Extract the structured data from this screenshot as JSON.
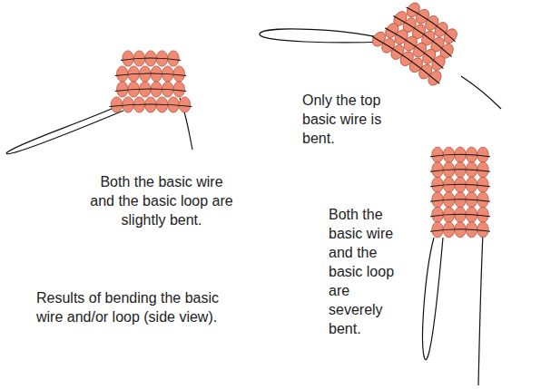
{
  "diagram": {
    "caption": "Results of bending the basic wire and/or loop (side view).",
    "labels": [
      "Both the basic wire and the basic loop are slightly bent.",
      "Only the top basic wire is bent.",
      "Both the basic wire and the basic loop are severely bent."
    ]
  }
}
